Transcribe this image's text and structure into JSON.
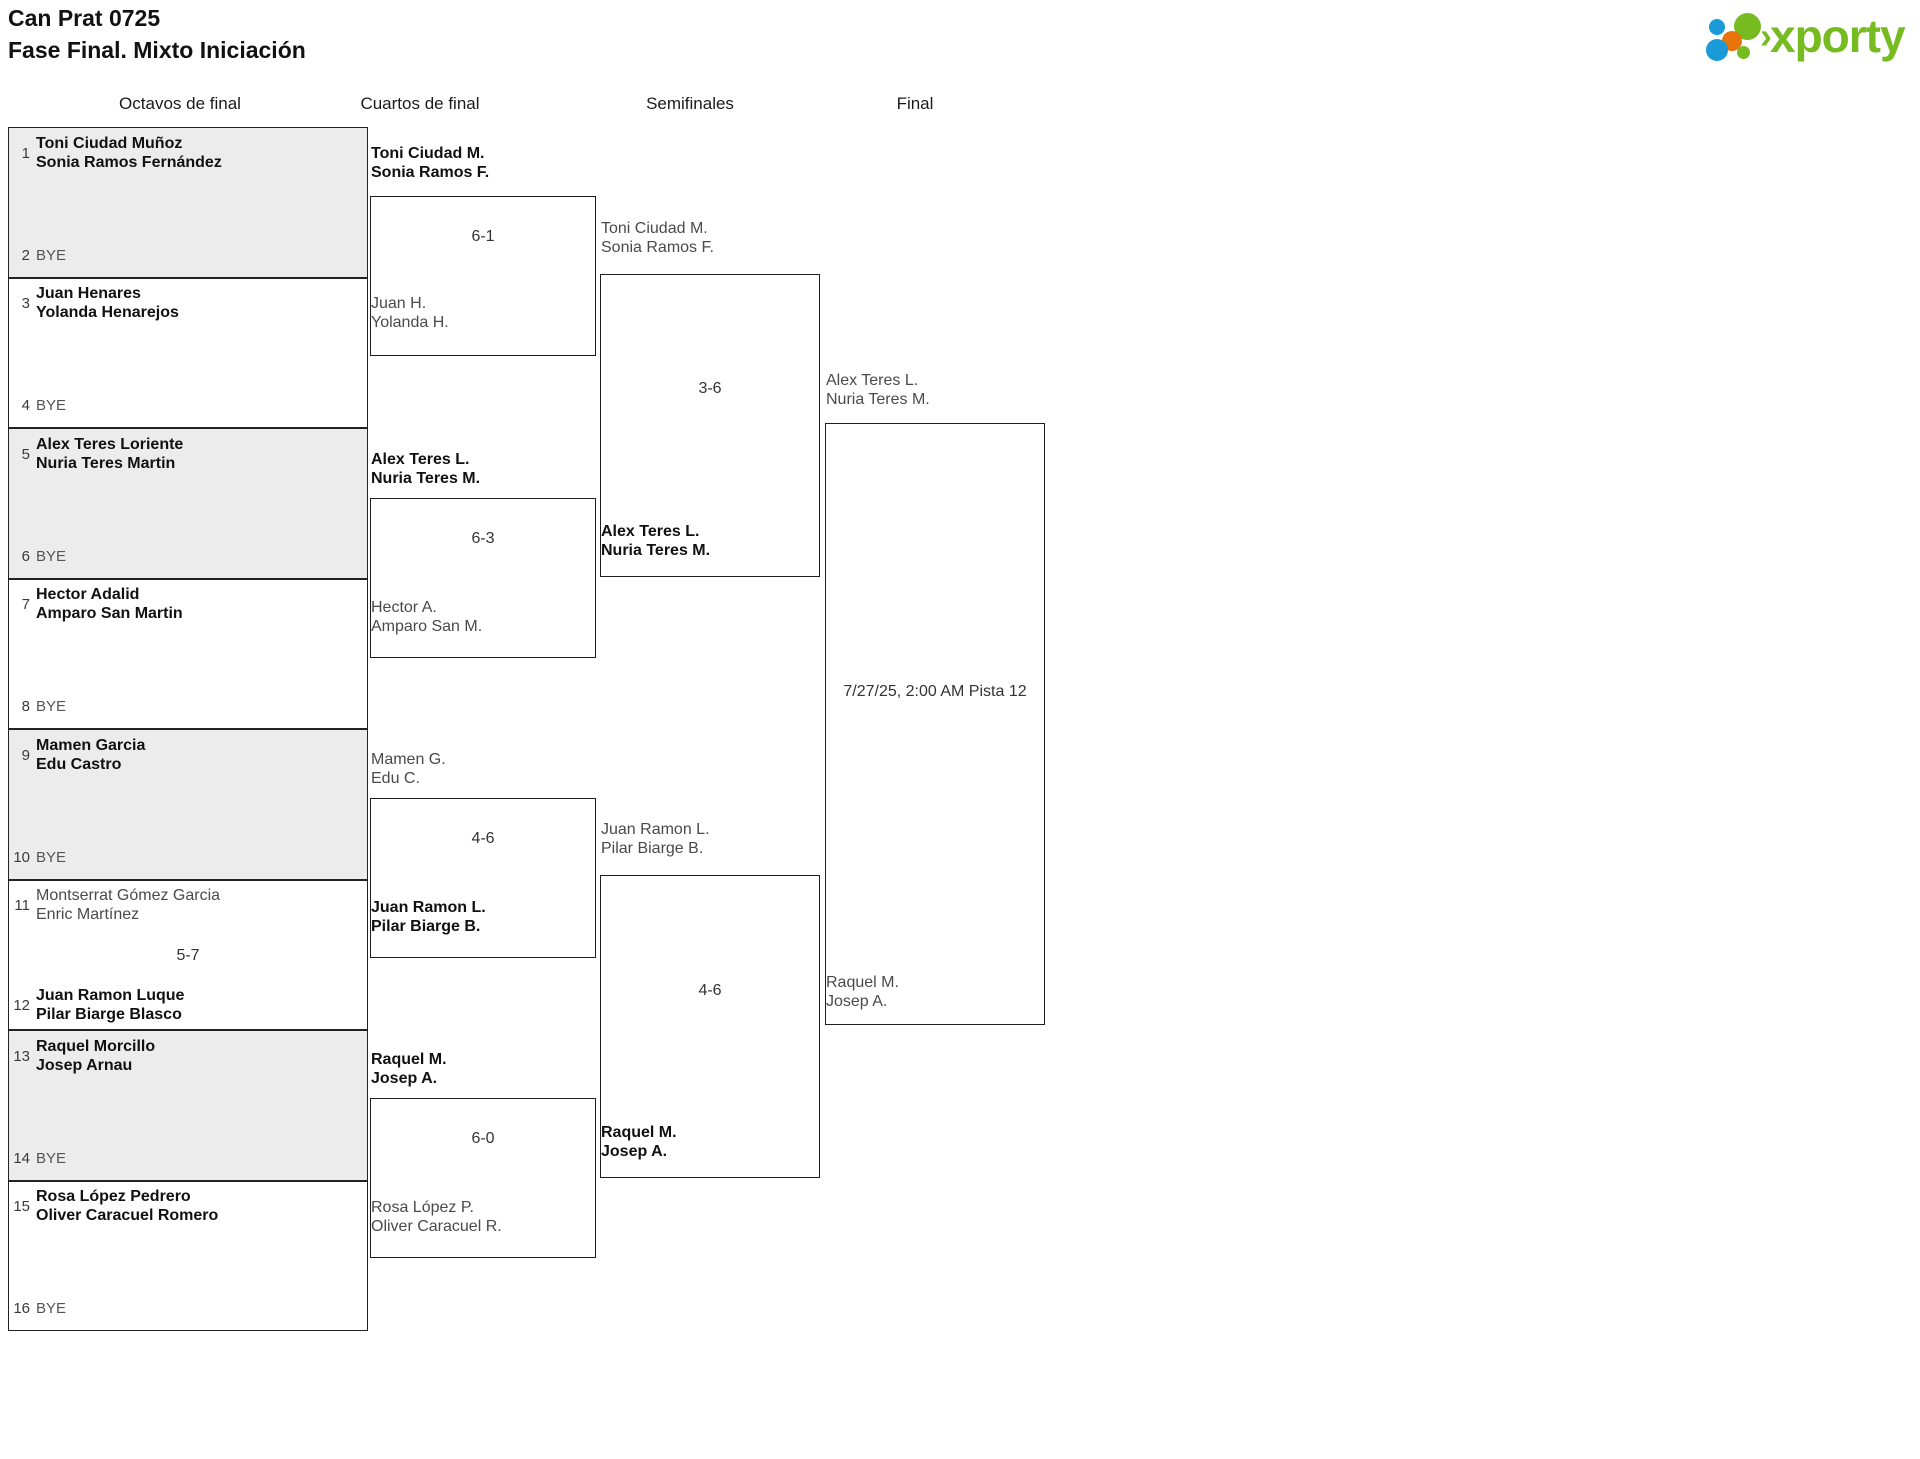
{
  "header": {
    "title_line1": "Can Prat 0725",
    "title_line2": "Fase Final. Mixto Iniciación",
    "logo_text": "xporty",
    "logo_chevron": "›",
    "brand_green": "#76bc21",
    "brand_blue": "#1a9ad7",
    "brand_orange": "#e8730a"
  },
  "rounds": [
    {
      "label": "Octavos de final"
    },
    {
      "label": "Cuartos de final"
    },
    {
      "label": "Semifinales"
    },
    {
      "label": "Final"
    }
  ],
  "round1": {
    "matches": [
      {
        "score": "",
        "top": {
          "seed": "1",
          "line1": "Toni Ciudad Muñoz",
          "line2": "Sonia Ramos Fernández",
          "status": "winner"
        },
        "bottom": {
          "seed": "2",
          "line1": "BYE",
          "line2": "",
          "status": "bye"
        }
      },
      {
        "score": "",
        "top": {
          "seed": "3",
          "line1": "Juan Henares",
          "line2": "Yolanda Henarejos",
          "status": "winner"
        },
        "bottom": {
          "seed": "4",
          "line1": "BYE",
          "line2": "",
          "status": "bye"
        }
      },
      {
        "score": "",
        "top": {
          "seed": "5",
          "line1": "Alex Teres Loriente",
          "line2": "Nuria Teres Martin",
          "status": "winner"
        },
        "bottom": {
          "seed": "6",
          "line1": "BYE",
          "line2": "",
          "status": "bye"
        }
      },
      {
        "score": "",
        "top": {
          "seed": "7",
          "line1": "Hector Adalid",
          "line2": "Amparo San Martin",
          "status": "winner"
        },
        "bottom": {
          "seed": "8",
          "line1": "BYE",
          "line2": "",
          "status": "bye"
        }
      },
      {
        "score": "",
        "top": {
          "seed": "9",
          "line1": "Mamen Garcia",
          "line2": "Edu Castro",
          "status": "winner"
        },
        "bottom": {
          "seed": "10",
          "line1": "BYE",
          "line2": "",
          "status": "bye"
        }
      },
      {
        "score": "5-7",
        "top": {
          "seed": "11",
          "line1": "Montserrat Gómez Garcia",
          "line2": "Enric Martínez",
          "status": "loser"
        },
        "bottom": {
          "seed": "12",
          "line1": "Juan Ramon Luque",
          "line2": "Pilar Biarge Blasco",
          "status": "winner"
        }
      },
      {
        "score": "",
        "top": {
          "seed": "13",
          "line1": "Raquel Morcillo",
          "line2": "Josep Arnau",
          "status": "winner"
        },
        "bottom": {
          "seed": "14",
          "line1": "BYE",
          "line2": "",
          "status": "bye"
        }
      },
      {
        "score": "",
        "top": {
          "seed": "15",
          "line1": "Rosa López Pedrero",
          "line2": "Oliver Caracuel Romero",
          "status": "winner"
        },
        "bottom": {
          "seed": "16",
          "line1": "BYE",
          "line2": "",
          "status": "bye"
        }
      }
    ]
  },
  "round2": {
    "matches": [
      {
        "score": "6-1",
        "top": {
          "line1": "Toni Ciudad M.",
          "line2": "Sonia Ramos F.",
          "status": "winner"
        },
        "bottom": {
          "line1": "Juan H.",
          "line2": "Yolanda H.",
          "status": "loser"
        }
      },
      {
        "score": "6-3",
        "top": {
          "line1": "Alex Teres L.",
          "line2": "Nuria Teres M.",
          "status": "winner"
        },
        "bottom": {
          "line1": "Hector A.",
          "line2": "Amparo San M.",
          "status": "loser"
        }
      },
      {
        "score": "4-6",
        "top": {
          "line1": "Mamen G.",
          "line2": "Edu C.",
          "status": "loser"
        },
        "bottom": {
          "line1": "Juan Ramon L.",
          "line2": "Pilar Biarge B.",
          "status": "winner"
        }
      },
      {
        "score": "6-0",
        "top": {
          "line1": "Raquel M.",
          "line2": "Josep A.",
          "status": "winner"
        },
        "bottom": {
          "line1": "Rosa López P.",
          "line2": "Oliver Caracuel R.",
          "status": "loser"
        }
      }
    ]
  },
  "round3": {
    "matches": [
      {
        "score": "3-6",
        "top": {
          "line1": "Toni Ciudad M.",
          "line2": "Sonia Ramos F.",
          "status": "loser"
        },
        "bottom": {
          "line1": "Alex Teres L.",
          "line2": "Nuria Teres M.",
          "status": "winner"
        }
      },
      {
        "score": "4-6",
        "top": {
          "line1": "Juan Ramon L.",
          "line2": "Pilar Biarge B.",
          "status": "loser"
        },
        "bottom": {
          "line1": "Raquel M.",
          "line2": "Josep A.",
          "status": "winner"
        }
      }
    ]
  },
  "round4": {
    "matches": [
      {
        "score": "7/27/25, 2:00 AM Pista 12",
        "top": {
          "line1": "Alex Teres L.",
          "line2": "Nuria Teres M.",
          "status": "loser"
        },
        "bottom": {
          "line1": "Raquel M.",
          "line2": "Josep A.",
          "status": "loser"
        }
      }
    ]
  }
}
